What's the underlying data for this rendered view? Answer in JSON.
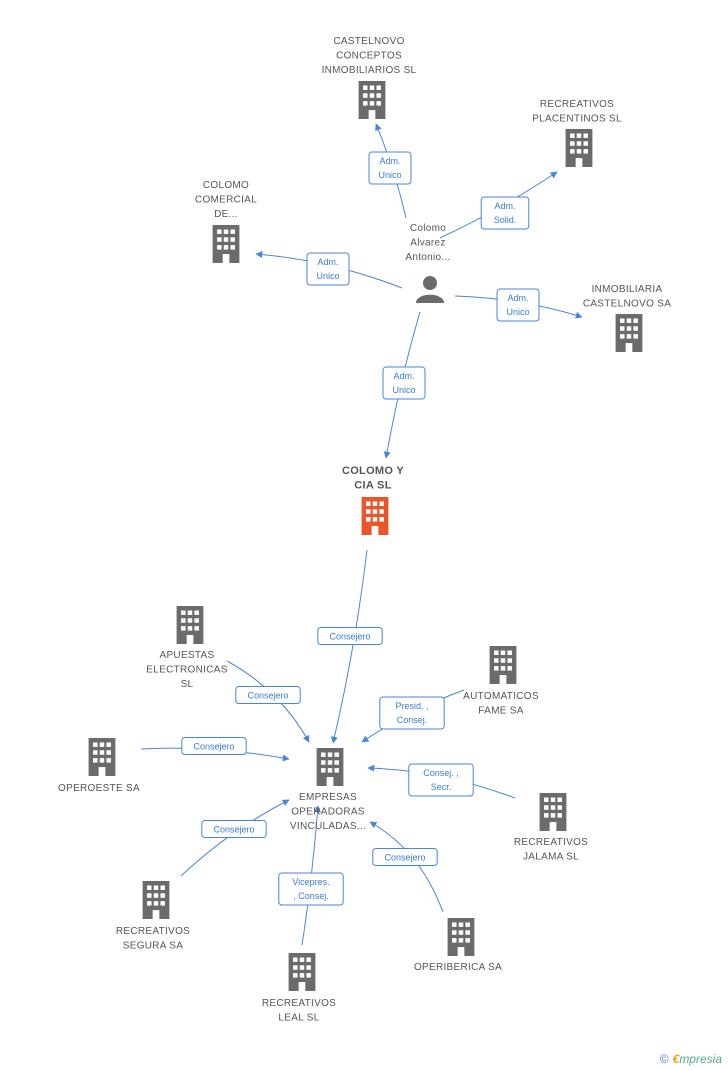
{
  "person": {
    "lines": [
      "Colomo",
      "Alvarez",
      "Antonio..."
    ],
    "icon": "person-icon"
  },
  "focus": {
    "lines": [
      "COLOMO Y",
      "CIA SL"
    ],
    "color": "#e8562a"
  },
  "hub": {
    "lines": [
      "EMPRESAS",
      "OPERADORAS",
      "VINCULADAS..."
    ]
  },
  "companies": [
    {
      "id": "castelnovo",
      "lines": [
        "CASTELNOVO",
        "CONCEPTOS",
        "INMOBILIARIOS SL"
      ]
    },
    {
      "id": "placentinos",
      "lines": [
        "RECREATIVOS",
        "PLACENTINOS SL"
      ]
    },
    {
      "id": "comercial",
      "lines": [
        "COLOMO",
        "COMERCIAL",
        "DE..."
      ]
    },
    {
      "id": "inmobiliaria",
      "lines": [
        "INMOBILIARIA",
        "CASTELNOVO SA"
      ]
    },
    {
      "id": "apuestas",
      "lines": [
        "APUESTAS",
        "ELECTRONICAS",
        "SL"
      ]
    },
    {
      "id": "automaticos",
      "lines": [
        "AUTOMATICOS",
        "FAME SA"
      ]
    },
    {
      "id": "operoeste",
      "lines": [
        "OPEROESTE SA"
      ]
    },
    {
      "id": "jalama",
      "lines": [
        "RECREATIVOS",
        "JALAMA SL"
      ]
    },
    {
      "id": "segura",
      "lines": [
        "RECREATIVOS",
        "SEGURA SA"
      ]
    },
    {
      "id": "operiberica",
      "lines": [
        "OPERIBERICA SA"
      ]
    },
    {
      "id": "leal",
      "lines": [
        "RECREATIVOS",
        "LEAL  SL"
      ]
    }
  ],
  "edges": [
    {
      "id": "e-castelnovo",
      "lines": [
        "Adm.",
        "Unico"
      ]
    },
    {
      "id": "e-placentinos",
      "lines": [
        "Adm.",
        "Solid."
      ]
    },
    {
      "id": "e-comercial",
      "lines": [
        "Adm.",
        "Unico"
      ]
    },
    {
      "id": "e-inmobiliaria",
      "lines": [
        "Adm.",
        "Unico"
      ]
    },
    {
      "id": "e-focus",
      "lines": [
        "Adm.",
        "Unico"
      ]
    },
    {
      "id": "e-hub-focus",
      "lines": [
        "Consejero"
      ]
    },
    {
      "id": "e-apuestas",
      "lines": [
        "Consejero"
      ]
    },
    {
      "id": "e-automaticos",
      "lines": [
        "Presid. ,",
        "Consej."
      ]
    },
    {
      "id": "e-operoeste",
      "lines": [
        "Consejero"
      ]
    },
    {
      "id": "e-jalama",
      "lines": [
        "Consej. ,",
        "Secr."
      ]
    },
    {
      "id": "e-segura",
      "lines": [
        "Consejero"
      ]
    },
    {
      "id": "e-operiberica",
      "lines": [
        "Consejero"
      ]
    },
    {
      "id": "e-leal",
      "lines": [
        "Vicepres.",
        ", Consej."
      ]
    }
  ],
  "colors": {
    "edge": "#4a86d8",
    "building": "#6b6b6b",
    "focus": "#e8562a"
  },
  "watermark": {
    "symbol": "©",
    "brand_first": "€",
    "brand_rest": "mpresia"
  }
}
